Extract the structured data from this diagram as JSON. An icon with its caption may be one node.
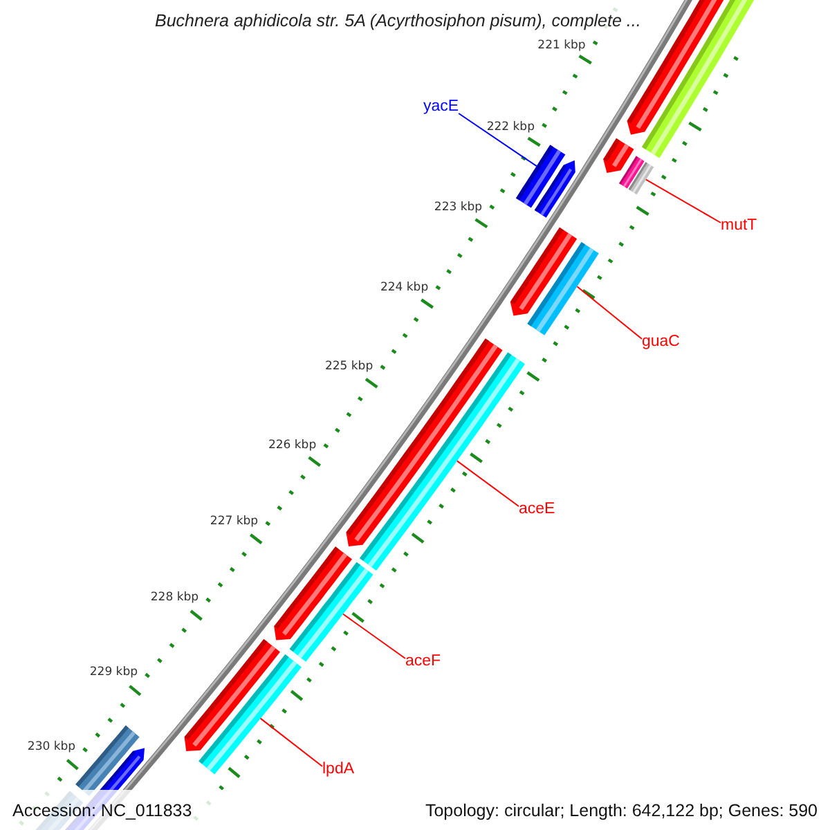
{
  "diagram": {
    "title": "Buchnera aphidicola str. 5A (Acyrthosiphon pisum), complete ...",
    "nodes": [
      {
        "text": [
          "yacE"
        ]
      },
      {
        "text": [],
        "shape": "bar"
      },
      {
        "text": [],
        "shape": "bar"
      },
      {
        "text": [
          "mutT"
        ]
      },
      {
        "text": [],
        "shape": "bar"
      },
      {
        "text": [
          "guaC"
        ]
      },
      {
        "text": [],
        "shape": "bar"
      },
      {
        "text": [
          "aceE"
        ]
      },
      {
        "text": [],
        "shape": "bar"
      },
      {
        "text": [
          "aceF"
        ]
      },
      {
        "text": [],
        "shape": "bar"
      },
      {
        "text": [
          "lpdA"
        ]
      }
    ],
    "edges": [
      {
        "from": 0,
        "to": 1,
        "arrow": "none",
        "color": "#0000ff"
      },
      {
        "from": 3,
        "to": 2,
        "arrow": "none"
      },
      {
        "from": 5,
        "to": 4,
        "arrow": "none"
      },
      {
        "from": 7,
        "to": 6,
        "arrow": "none"
      },
      {
        "from": 9,
        "to": 8,
        "arrow": "none"
      },
      {
        "from": 11,
        "to": 10,
        "arrow": "none"
      }
    ],
    "labels": [
      "221 kbp",
      "222 kbp",
      "223 kbp",
      "224 kbp",
      "225 kbp",
      "226 kbp",
      "227 kbp",
      "228 kbp",
      "229 kbp",
      "230 kbp",
      "Accession: NC_011833",
      "Topology: circular; Length: 642,122 bp; Genes: 590"
    ]
  }
}
